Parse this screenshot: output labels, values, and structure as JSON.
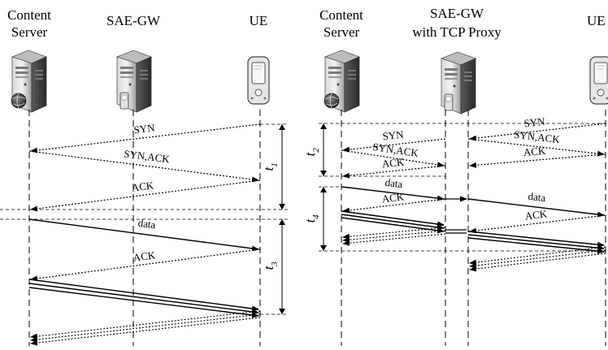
{
  "left_diagram": {
    "headers": {
      "content_server_line1": "Content",
      "content_server_line2": "Server",
      "sae_gw": "SAE-GW",
      "ue": "UE"
    },
    "messages": {
      "syn": "SYN",
      "syn_ack": "SYN,ACK",
      "ack_handshake": "ACK",
      "data": "data",
      "ack_data": "ACK"
    },
    "intervals": {
      "t1": "t",
      "t1_sub": "1",
      "t3": "t",
      "t3_sub": "3"
    }
  },
  "right_diagram": {
    "headers": {
      "content_server_line1": "Content",
      "content_server_line2": "Server",
      "sae_gw_line1": "SAE-GW",
      "sae_gw_line2": "with TCP Proxy",
      "ue": "UE"
    },
    "messages": {
      "proxy_syn": "SYN",
      "proxy_syn_ack": "SYN,ACK",
      "proxy_ack": "ACK",
      "ue_syn": "SYN",
      "ue_syn_ack": "SYN,ACK",
      "ue_ack": "ACK",
      "proxy_data": "data",
      "proxy_data_ack": "ACK",
      "ue_data": "data",
      "ue_data_ack": "ACK"
    },
    "intervals": {
      "t2": "t",
      "t2_sub": "2",
      "t4": "t",
      "t4_sub": "4"
    }
  }
}
